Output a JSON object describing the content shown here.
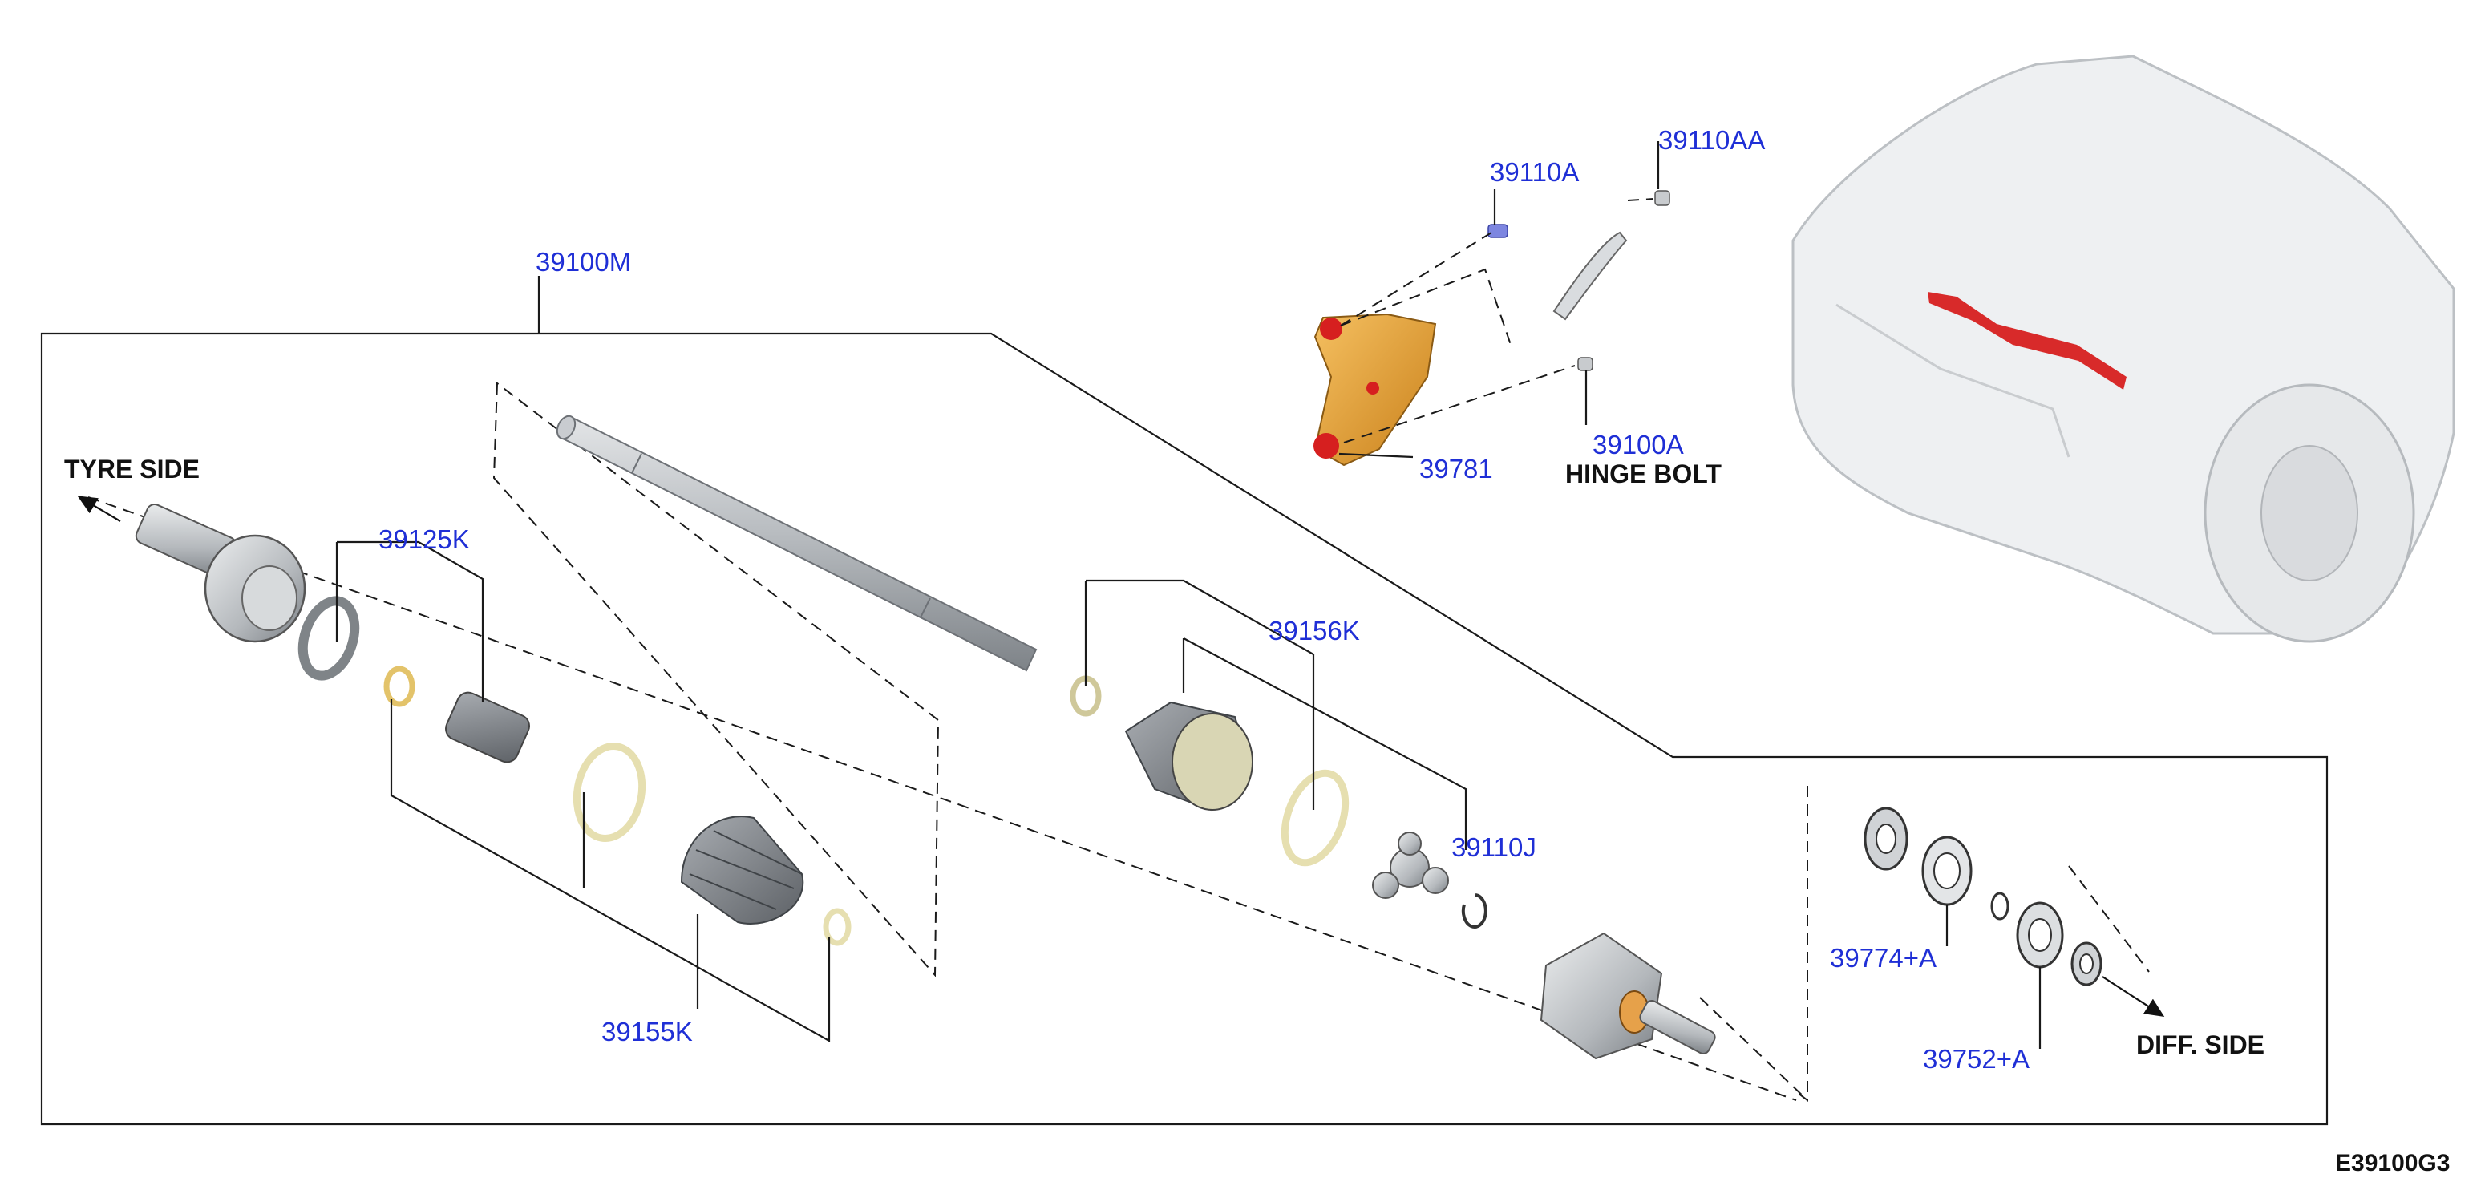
{
  "diagram": {
    "captions": {
      "tyre_side": "TYRE SIDE",
      "diff_side": "DIFF. SIDE",
      "hinge_bolt": "HINGE BOLT"
    },
    "part_numbers": {
      "shaft_assembly": "39100M",
      "boot_kit_outer": "39125K",
      "boot_kit_inner": "39156K",
      "band_kit": "39155K",
      "inner_joint_kit": "39110J",
      "bracket": "39781",
      "bolt_a": "39110A",
      "bolt_aa": "39110AA",
      "hinge_bolt_no": "39100A",
      "bearing_a": "39774+A",
      "bearing_b": "39752+A"
    },
    "reference_code": "E39100G3",
    "colors": {
      "part_label": "#1f2fd6",
      "bracket": "#e8a12a",
      "highlight": "#d61f1f",
      "bolt_blue": "#7d86e0",
      "metal": "#bfc3c6",
      "boot": "#8d9196",
      "band": "#e6dfb0",
      "car": "#eef0f2"
    }
  }
}
